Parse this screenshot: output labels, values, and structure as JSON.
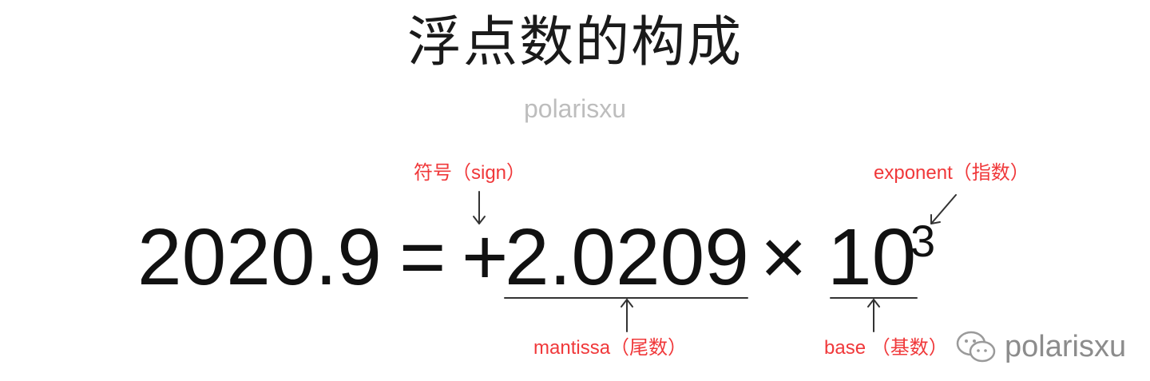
{
  "title": "浮点数的构成",
  "subtitle": "polarisxu",
  "equation": {
    "lhs": "2020.9",
    "equals": "=",
    "sign": "+",
    "mantissa": "2.0209",
    "times": "×",
    "base": "10",
    "exponent": "3"
  },
  "labels": {
    "sign": "符号（sign）",
    "exponent": "exponent（指数）",
    "mantissa": "mantissa（尾数）",
    "base": "base （基数）"
  },
  "watermark": {
    "text": "polarisxu",
    "icon": "wechat-icon"
  },
  "colors": {
    "label": "#f0383a",
    "equation": "#111111",
    "subtitle": "#bdbdbd",
    "watermark": "#8c8c8c"
  }
}
